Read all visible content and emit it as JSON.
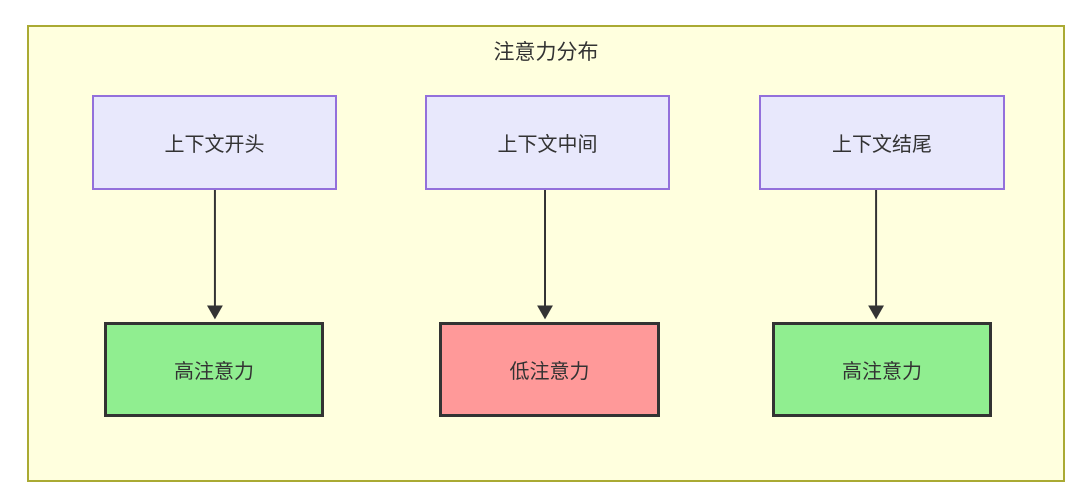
{
  "diagram": {
    "title": "注意力分布",
    "nodes": {
      "top": [
        {
          "id": "context-start",
          "label": "上下文开头"
        },
        {
          "id": "context-middle",
          "label": "上下文中间"
        },
        {
          "id": "context-end",
          "label": "上下文结尾"
        }
      ],
      "bottom": [
        {
          "id": "attention-high-1",
          "label": "高注意力",
          "level": "high"
        },
        {
          "id": "attention-low",
          "label": "低注意力",
          "level": "low"
        },
        {
          "id": "attention-high-2",
          "label": "高注意力",
          "level": "high"
        }
      ]
    },
    "edges": [
      {
        "from": "context-start",
        "to": "attention-high-1"
      },
      {
        "from": "context-middle",
        "to": "attention-low"
      },
      {
        "from": "context-end",
        "to": "attention-high-2"
      }
    ],
    "colors": {
      "container_bg": "#ffffde",
      "container_border": "#aaaa33",
      "top_node_bg": "#e8e8fc",
      "top_node_border": "#9370db",
      "high_attention_bg": "#90ee90",
      "low_attention_bg": "#ff9999",
      "bottom_node_border": "#333333",
      "arrow": "#333333",
      "text": "#333333"
    }
  }
}
